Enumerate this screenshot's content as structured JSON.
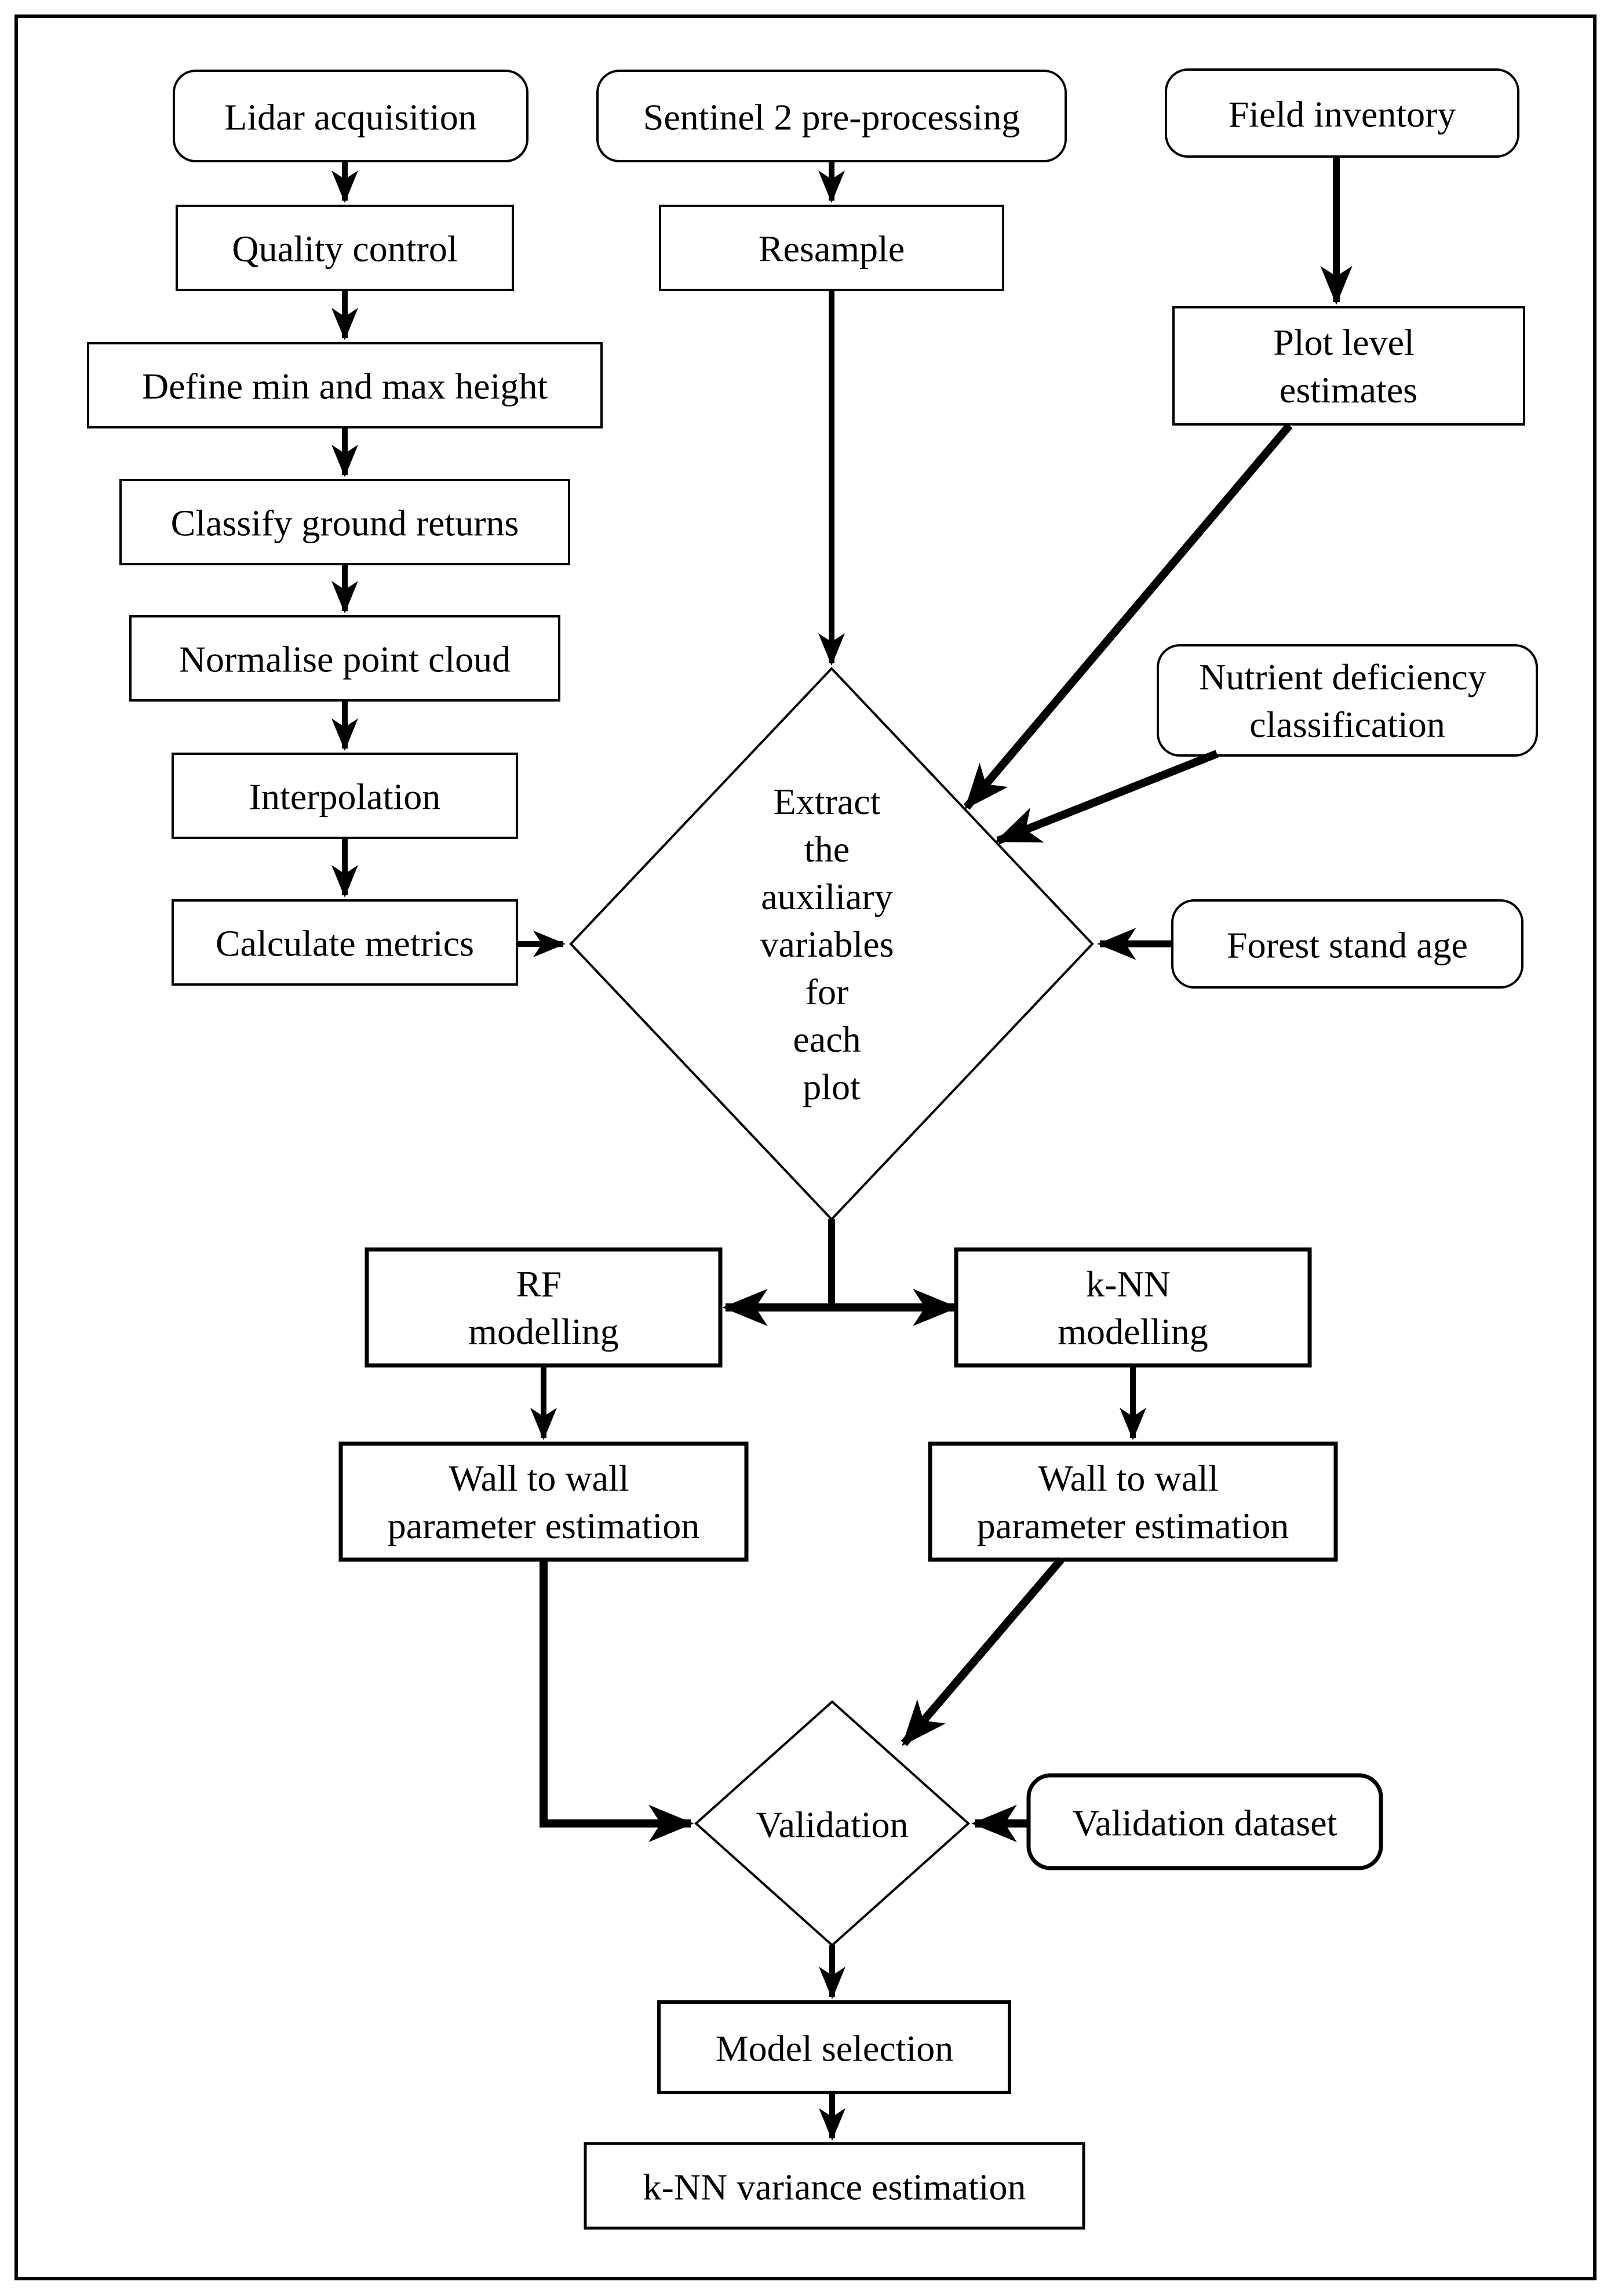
{
  "diagram": {
    "title": "Flowchart: lidar / Sentinel-2 / field inventory processing and k-NN vs RF modelling workflow",
    "colors": {
      "line": "#000000",
      "background": "#ffffff",
      "node_fill": "#ffffff"
    },
    "nodes": {
      "lidar": {
        "label": "Lidar acquisition",
        "shape": "rounded"
      },
      "quality": {
        "label": "Quality control",
        "shape": "rect"
      },
      "define": {
        "label": "Define min and max height",
        "shape": "rect"
      },
      "classify": {
        "label": "Classify ground returns",
        "shape": "rect"
      },
      "normalise": {
        "label": "Normalise point cloud",
        "shape": "rect"
      },
      "interpolation": {
        "label": "Interpolation",
        "shape": "rect"
      },
      "calculate": {
        "label": "Calculate metrics",
        "shape": "rect"
      },
      "sentinel": {
        "label": "Sentinel 2 pre-processing",
        "shape": "rounded"
      },
      "resample": {
        "label": "Resample",
        "shape": "rect"
      },
      "field": {
        "label": "Field inventory",
        "shape": "rounded"
      },
      "plot_level": {
        "line1": "Plot level",
        "line2": "estimates",
        "shape": "rect"
      },
      "nutrient": {
        "line1": "Nutrient deficiency",
        "line2": "classification",
        "shape": "rounded"
      },
      "forest": {
        "label": "Forest stand age",
        "shape": "rounded"
      },
      "extract": {
        "lines": [
          "Extract",
          "the",
          "auxiliary",
          "variables",
          "for",
          "each",
          "plot"
        ],
        "shape": "diamond"
      },
      "rf": {
        "line1": "RF",
        "line2": "modelling",
        "shape": "rect"
      },
      "knn": {
        "line1": "k-NN",
        "line2": "modelling",
        "shape": "rect"
      },
      "wall_rf": {
        "line1": "Wall to wall",
        "line2": "parameter estimation",
        "shape": "rect"
      },
      "wall_knn": {
        "line1": "Wall to wall",
        "line2": "parameter estimation",
        "shape": "rect"
      },
      "validation": {
        "label": "Validation",
        "shape": "diamond"
      },
      "validation_dataset": {
        "label": "Validation dataset",
        "shape": "rounded"
      },
      "model_selection": {
        "label": "Model selection",
        "shape": "rect"
      },
      "knn_variance": {
        "label": "k-NN variance estimation",
        "shape": "rect"
      }
    },
    "edges": [
      {
        "from": "lidar",
        "to": "quality"
      },
      {
        "from": "quality",
        "to": "define"
      },
      {
        "from": "define",
        "to": "classify"
      },
      {
        "from": "classify",
        "to": "normalise"
      },
      {
        "from": "normalise",
        "to": "interpolation"
      },
      {
        "from": "interpolation",
        "to": "calculate"
      },
      {
        "from": "calculate",
        "to": "extract"
      },
      {
        "from": "sentinel",
        "to": "resample"
      },
      {
        "from": "resample",
        "to": "extract"
      },
      {
        "from": "field",
        "to": "plot_level"
      },
      {
        "from": "plot_level",
        "to": "extract"
      },
      {
        "from": "nutrient",
        "to": "extract"
      },
      {
        "from": "forest",
        "to": "extract"
      },
      {
        "from": "extract",
        "to": "rf"
      },
      {
        "from": "extract",
        "to": "knn"
      },
      {
        "from": "rf",
        "to": "wall_rf"
      },
      {
        "from": "knn",
        "to": "wall_knn"
      },
      {
        "from": "wall_rf",
        "to": "validation"
      },
      {
        "from": "wall_knn",
        "to": "validation"
      },
      {
        "from": "validation_dataset",
        "to": "validation"
      },
      {
        "from": "validation",
        "to": "model_selection"
      },
      {
        "from": "model_selection",
        "to": "knn_variance"
      }
    ]
  }
}
